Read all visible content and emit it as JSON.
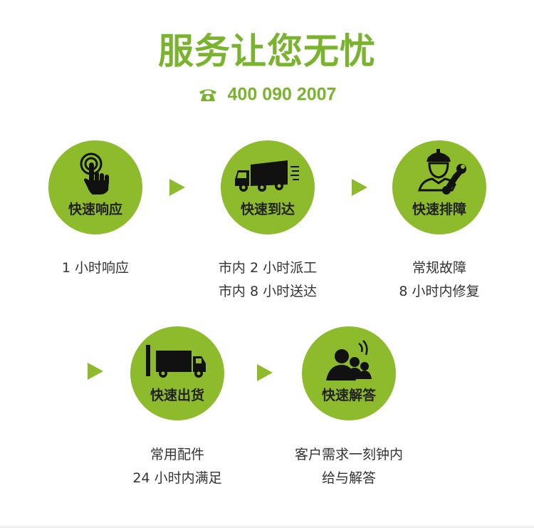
{
  "header": {
    "title": "服务让您无忧",
    "phone": "400 090 2007",
    "phone_icon": "telephone-icon"
  },
  "colors": {
    "accent": "#7ab32e",
    "circle": "#8dbb2b",
    "icon": "#111111",
    "text": "#333333"
  },
  "steps": [
    {
      "label": "快速响应",
      "icon": "touch-hand-icon",
      "lines": [
        "1 小时响应"
      ]
    },
    {
      "label": "快速到达",
      "icon": "delivery-truck-icon",
      "lines": [
        "市内 2 小时派工",
        "市内 8 小时送达"
      ]
    },
    {
      "label": "快速排障",
      "icon": "repair-worker-icon",
      "lines": [
        "常规故障",
        "8 小时内修复"
      ]
    },
    {
      "label": "快速出货",
      "icon": "cargo-truck-icon",
      "lines": [
        "常用配件",
        "24 小时内满足"
      ]
    },
    {
      "label": "快速解答",
      "icon": "support-team-icon",
      "lines": [
        "客户需求一刻钟内",
        "给与解答"
      ]
    }
  ]
}
